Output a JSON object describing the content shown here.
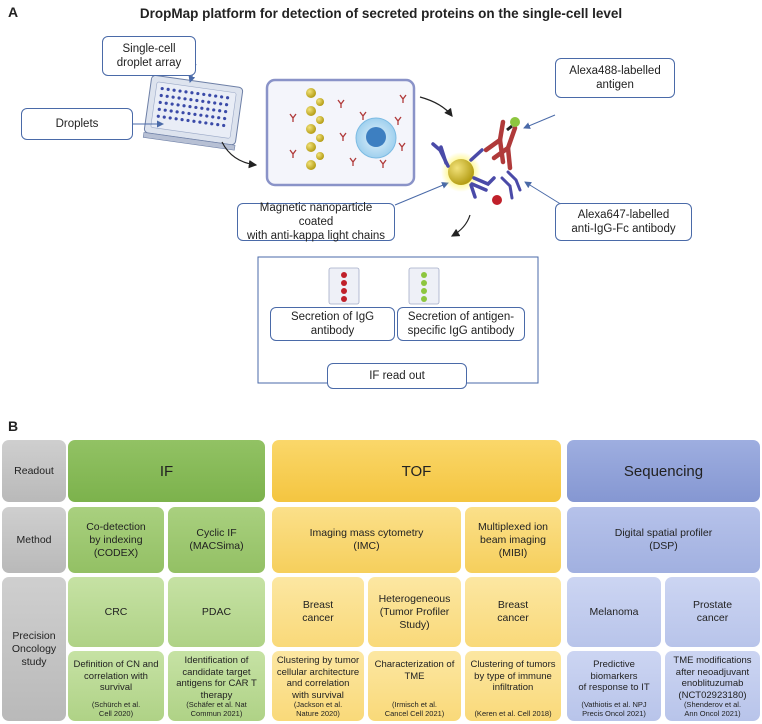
{
  "panel_a": {
    "letter": "A",
    "title": "DropMap platform for detection of secreted proteins on the single-cell level",
    "labels": {
      "droplets": "Droplets",
      "array": "Single-cell\ndroplet array",
      "antigen": "Alexa488-labelled\nantigen",
      "nanoparticle": "Magnetic nanoparticle coated\nwith anti-kappa light chains",
      "fc_antibody": "Alexa647-labelled\nanti-IgG-Fc antibody",
      "secretion_igg": "Secretion of IgG\nantibody",
      "secretion_specific": "Secretion of antigen-\nspecific IgG antibody",
      "readout": "IF read out"
    },
    "colors": {
      "box_border": "#4a6aa8",
      "red_dot": "#c0202a",
      "green_dot": "#8dc63f",
      "bead": "#c9b52c",
      "antibody_red": "#b03a3a",
      "antibody_blue": "#4a4aa8"
    }
  },
  "panel_b": {
    "letter": "B",
    "rows": {
      "readout": "Readout",
      "method": "Method",
      "study": "Precision\nOncology\nstudy"
    },
    "readouts": [
      "IF",
      "TOF",
      "Sequencing"
    ],
    "methods": [
      "Co-detection\nby indexing\n(CODEX)",
      "Cyclic IF\n(MACSima)",
      "Imaging mass cytometry\n(IMC)",
      "Multiplexed ion\nbeam imaging\n(MIBI)",
      "Digital spatial profiler\n(DSP)"
    ],
    "cancers": [
      "CRC",
      "PDAC",
      "Breast\ncancer",
      "Heterogeneous\n(Tumor Profiler Study)",
      "Breast\ncancer",
      "Melanoma",
      "Prostate\ncancer"
    ],
    "studies": [
      {
        "text": "Definition of CN and\ncorrelation with\nsurvival",
        "ref": "(Schürch et al.\nCell 2020)"
      },
      {
        "text": "Identification of\ncandidate target\nantigens for CAR T\ntherapy",
        "ref": "(Schäfer et al. Nat\nCommun 2021)"
      },
      {
        "text": "Clustering by tumor\ncellular architecture\nand correlation\nwith survival",
        "ref": "(Jackson et al.\nNature 2020)"
      },
      {
        "text": "Characterization of\nTME",
        "ref": "(Irmisch et al.\nCancel Cell 2021)"
      },
      {
        "text": "Clustering of tumors\nby type of immune\ninfiltration",
        "ref": "(Keren et al. Cell 2018)"
      },
      {
        "text": "Predictive biomarkers\nof response to IT",
        "ref": "(Vathiotis et al. NPJ\nPrecis Oncol 2021)"
      },
      {
        "text": "TME modifications\nafter neoadjuvant\nenoblituzumab\n(NCT02923180)",
        "ref": "(Shenderov et al.\nAnn Oncol 2021)"
      }
    ]
  }
}
